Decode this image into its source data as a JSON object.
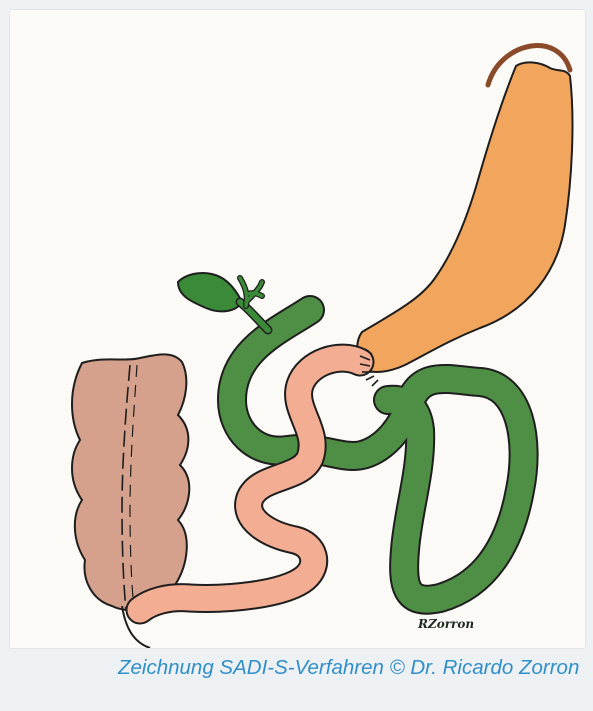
{
  "figure": {
    "caption": "Zeichnung SADI-S-Verfahren © Dr. Ricardo Zorron",
    "signature": "RZorron",
    "colors": {
      "stomach": "#f2a55c",
      "duodenum_ileum": "#f3ad93",
      "biliary_limb": "#4f8f45",
      "gallbladder": "#3b8a38",
      "colon": "#d5a08c",
      "esophagus": "#8a4a2a",
      "outline": "#1e1e1e",
      "background": "#fbfaf6",
      "caption_text": "#2f8fc9"
    },
    "icons": [
      "stomach-shape",
      "gallbladder-shape",
      "intestine-loop-shape",
      "colon-shape",
      "anastomosis-suture-marks"
    ]
  }
}
